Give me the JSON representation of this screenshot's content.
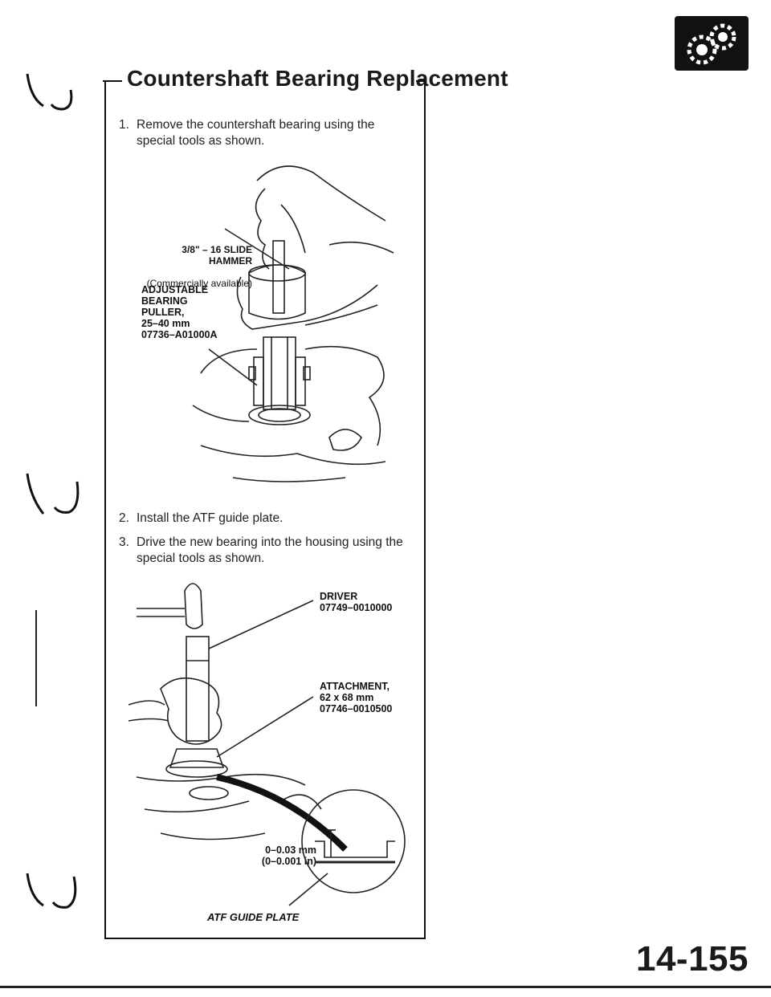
{
  "header": {
    "title": "Countershaft Bearing Replacement",
    "logo_icon": "transmission-gears-icon"
  },
  "steps": [
    {
      "num": "1.",
      "text": "Remove the countershaft bearing using the special tools as shown."
    },
    {
      "num": "2.",
      "text": "Install the ATF guide plate."
    },
    {
      "num": "3.",
      "text": "Drive the new bearing into the housing using the special tools as shown."
    }
  ],
  "figure1": {
    "slide_hammer": "3/8\" – 16 SLIDE HAMMER",
    "slide_hammer_note": "(Commercially available)",
    "puller": "ADJUSTABLE\nBEARING\nPULLER,\n25–40 mm\n07736–A01000A"
  },
  "figure2": {
    "driver": "DRIVER\n07749–0010000",
    "attachment": "ATTACHMENT,\n62 x 68 mm\n07746–0010500",
    "clearance": "0–0.03 mm\n(0–0.001 in)",
    "guide_plate": "ATF GUIDE PLATE"
  },
  "footer": {
    "page_number": "14-155"
  }
}
